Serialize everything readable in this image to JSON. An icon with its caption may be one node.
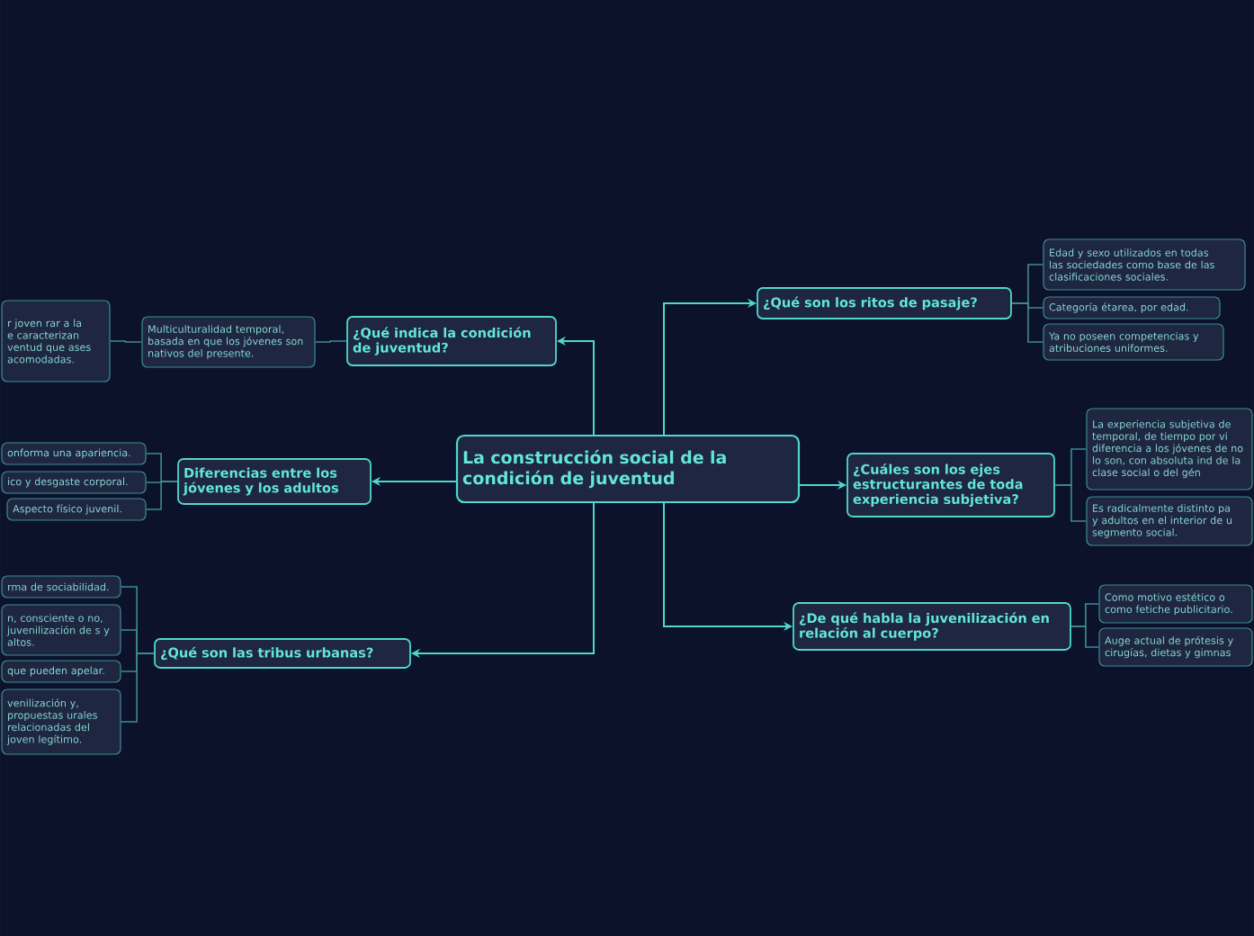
{
  "diagram": {
    "nodes": [
      {
        "text": [
          "La construcción social de la condición de juventud"
        ]
      },
      {
        "text": [
          "¿Qué indica la condición de juventud?"
        ]
      },
      {
        "text": [
          "Multiculturalidad temporal, basada en que los jóvenes son nativos del presente."
        ]
      },
      {
        "text": [
          "r joven rar a la e caracterizan ventud que ases acomodadas."
        ]
      },
      {
        "text": [
          "Diferencias entre los jóvenes y los adultos"
        ]
      },
      {
        "text": [
          "onforma una apariencia."
        ]
      },
      {
        "text": [
          "ico y desgaste corporal."
        ]
      },
      {
        "text": [
          "Aspecto físico juvenil."
        ]
      },
      {
        "text": [
          "¿Qué son las tribus urbanas?"
        ]
      },
      {
        "text": [
          "rma de sociabilidad."
        ]
      },
      {
        "text": [
          "n, consciente o no, juvenilización de s y altos."
        ]
      },
      {
        "text": [
          "que pueden apelar."
        ]
      },
      {
        "text": [
          "venilización y, propuestas urales relacionadas del joven legítimo."
        ]
      },
      {
        "text": [
          "¿Qué son los ritos de pasaje?"
        ]
      },
      {
        "text": [
          "Edad y sexo utilizados en todas las sociedades como base de las clasificaciones sociales."
        ]
      },
      {
        "text": [
          "Categoría étarea, por edad."
        ]
      },
      {
        "text": [
          "Ya no poseen competencias y atribuciones uniformes."
        ]
      },
      {
        "text": [
          "¿Cuáles son los ejes estructurantes de toda experiencia subjetiva?"
        ]
      },
      {
        "text": [
          "La experiencia subjetiva de temporal, de tiempo por vi diferencia a los jóvenes de no lo son, con absoluta ind de la clase social o del gén"
        ]
      },
      {
        "text": [
          "Es radicalmente distinto pa y adultos en el interior de u segmento social."
        ]
      },
      {
        "text": [
          "¿De qué habla la juvenilización en relación al cuerpo?"
        ]
      },
      {
        "text": [
          "Como motivo estético o como fetiche publicitario."
        ]
      },
      {
        "text": [
          "Auge actual de prótesis y cirugías, dietas y gimnas"
        ]
      }
    ],
    "edges": [
      {
        "from": 0,
        "to": 1,
        "arrow": "to"
      },
      {
        "from": 1,
        "to": 2,
        "arrow": "none"
      },
      {
        "from": 2,
        "to": 3,
        "arrow": "none"
      },
      {
        "from": 0,
        "to": 4,
        "arrow": "to"
      },
      {
        "from": 4,
        "to": 5,
        "arrow": "none"
      },
      {
        "from": 4,
        "to": 6,
        "arrow": "none"
      },
      {
        "from": 4,
        "to": 7,
        "arrow": "none"
      },
      {
        "from": 0,
        "to": 8,
        "arrow": "to"
      },
      {
        "from": 8,
        "to": 9,
        "arrow": "none"
      },
      {
        "from": 8,
        "to": 10,
        "arrow": "none"
      },
      {
        "from": 8,
        "to": 11,
        "arrow": "none"
      },
      {
        "from": 8,
        "to": 12,
        "arrow": "none"
      },
      {
        "from": 0,
        "to": 13,
        "arrow": "to"
      },
      {
        "from": 13,
        "to": 14,
        "arrow": "none"
      },
      {
        "from": 13,
        "to": 15,
        "arrow": "none"
      },
      {
        "from": 13,
        "to": 16,
        "arrow": "none"
      },
      {
        "from": 0,
        "to": 17,
        "arrow": "to"
      },
      {
        "from": 17,
        "to": 18,
        "arrow": "none"
      },
      {
        "from": 17,
        "to": 19,
        "arrow": "none"
      },
      {
        "from": 0,
        "to": 20,
        "arrow": "to"
      },
      {
        "from": 20,
        "to": 21,
        "arrow": "none"
      },
      {
        "from": 20,
        "to": 22,
        "arrow": "none"
      }
    ]
  }
}
